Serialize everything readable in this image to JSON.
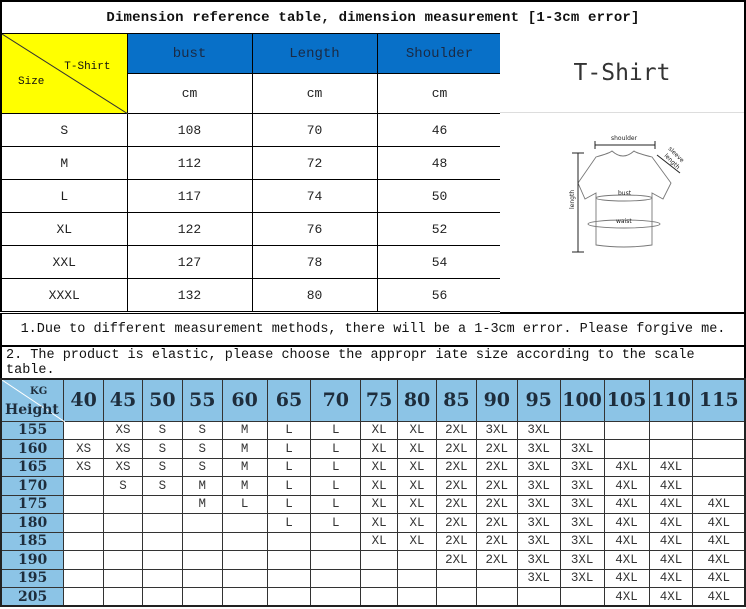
{
  "title": "Dimension reference table, dimension measurement [1-3cm error]",
  "size_table": {
    "corner": {
      "top_label": "T-Shirt",
      "bottom_label": "Size"
    },
    "columns": [
      "bust",
      "Length",
      "Shoulder"
    ],
    "units": [
      "cm",
      "cm",
      "cm"
    ],
    "rows": [
      {
        "size": "S",
        "bust": "108",
        "length": "70",
        "shoulder": "46"
      },
      {
        "size": "M",
        "bust": "112",
        "length": "72",
        "shoulder": "48"
      },
      {
        "size": "L",
        "bust": "117",
        "length": "74",
        "shoulder": "50"
      },
      {
        "size": "XL",
        "bust": "122",
        "length": "76",
        "shoulder": "52"
      },
      {
        "size": "XXL",
        "bust": "127",
        "length": "78",
        "shoulder": "54"
      },
      {
        "size": "XXXL",
        "bust": "132",
        "length": "80",
        "shoulder": "56"
      }
    ],
    "colors": {
      "corner_bg": "#ffff00",
      "header_bg": "#0870c8"
    }
  },
  "product_panel": {
    "title": "T-Shirt",
    "diagram_labels": {
      "shoulder": "shoulder",
      "sleeve": "sleeve",
      "sleeve2": "length",
      "bust": "bust",
      "waist": "waist",
      "length": "length"
    }
  },
  "notes": [
    "1.Due to different measurement methods, there will be a 1-3cm error. Please forgive me.",
    "2. The product is elastic, please choose the appropr iate size according to the scale table."
  ],
  "weight_height_grid": {
    "corner": {
      "top_label": "KG",
      "bottom_label": "Height"
    },
    "weights": [
      "40",
      "45",
      "50",
      "55",
      "60",
      "65",
      "70",
      "75",
      "80",
      "85",
      "90",
      "95",
      "100",
      "105",
      "110",
      "115"
    ],
    "rows": [
      {
        "height": "155",
        "cells": [
          "",
          "XS",
          "S",
          "S",
          "M",
          "L",
          "L",
          "XL",
          "XL",
          "2XL",
          "3XL",
          "3XL",
          "",
          "",
          "",
          ""
        ]
      },
      {
        "height": "160",
        "cells": [
          "XS",
          "XS",
          "S",
          "S",
          "M",
          "L",
          "L",
          "XL",
          "XL",
          "2XL",
          "2XL",
          "3XL",
          "3XL",
          "",
          "",
          ""
        ]
      },
      {
        "height": "165",
        "cells": [
          "XS",
          "XS",
          "S",
          "S",
          "M",
          "L",
          "L",
          "XL",
          "XL",
          "2XL",
          "2XL",
          "3XL",
          "3XL",
          "4XL",
          "4XL",
          ""
        ]
      },
      {
        "height": "170",
        "cells": [
          "",
          "S",
          "S",
          "M",
          "M",
          "L",
          "L",
          "XL",
          "XL",
          "2XL",
          "2XL",
          "3XL",
          "3XL",
          "4XL",
          "4XL",
          ""
        ]
      },
      {
        "height": "175",
        "cells": [
          "",
          "",
          "",
          "M",
          "L",
          "L",
          "L",
          "XL",
          "XL",
          "2XL",
          "2XL",
          "3XL",
          "3XL",
          "4XL",
          "4XL",
          "4XL"
        ]
      },
      {
        "height": "180",
        "cells": [
          "",
          "",
          "",
          "",
          "",
          "L",
          "L",
          "XL",
          "XL",
          "2XL",
          "2XL",
          "3XL",
          "3XL",
          "4XL",
          "4XL",
          "4XL"
        ]
      },
      {
        "height": "185",
        "cells": [
          "",
          "",
          "",
          "",
          "",
          "",
          "",
          "XL",
          "XL",
          "2XL",
          "2XL",
          "3XL",
          "3XL",
          "4XL",
          "4XL",
          "4XL"
        ]
      },
      {
        "height": "190",
        "cells": [
          "",
          "",
          "",
          "",
          "",
          "",
          "",
          "",
          "",
          "2XL",
          "2XL",
          "3XL",
          "3XL",
          "4XL",
          "4XL",
          "4XL"
        ]
      },
      {
        "height": "195",
        "cells": [
          "",
          "",
          "",
          "",
          "",
          "",
          "",
          "",
          "",
          "",
          "",
          "3XL",
          "3XL",
          "4XL",
          "4XL",
          "4XL"
        ]
      },
      {
        "height": "205",
        "cells": [
          "",
          "",
          "",
          "",
          "",
          "",
          "",
          "",
          "",
          "",
          "",
          "",
          "",
          "4XL",
          "4XL",
          "4XL"
        ]
      }
    ],
    "colors": {
      "header_bg": "#8cc4e6"
    }
  }
}
